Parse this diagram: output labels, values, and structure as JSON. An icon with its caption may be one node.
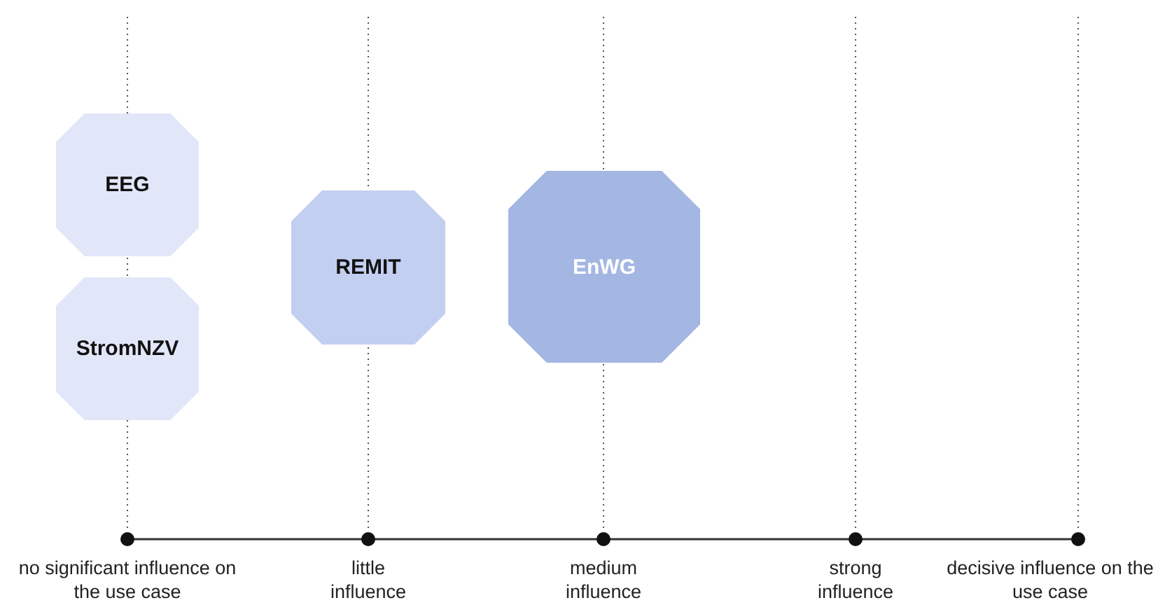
{
  "diagram": {
    "nodes": [
      {
        "text": [
          "EEG"
        ]
      },
      {
        "text": [
          "StromNZV"
        ]
      },
      {
        "text": [
          "REMIT"
        ]
      },
      {
        "text": [
          "EnWG"
        ]
      }
    ],
    "labels": [
      "no significant influence on the use case",
      "little influence",
      "medium influence",
      "strong influence",
      "decisive influence on the use case"
    ]
  }
}
